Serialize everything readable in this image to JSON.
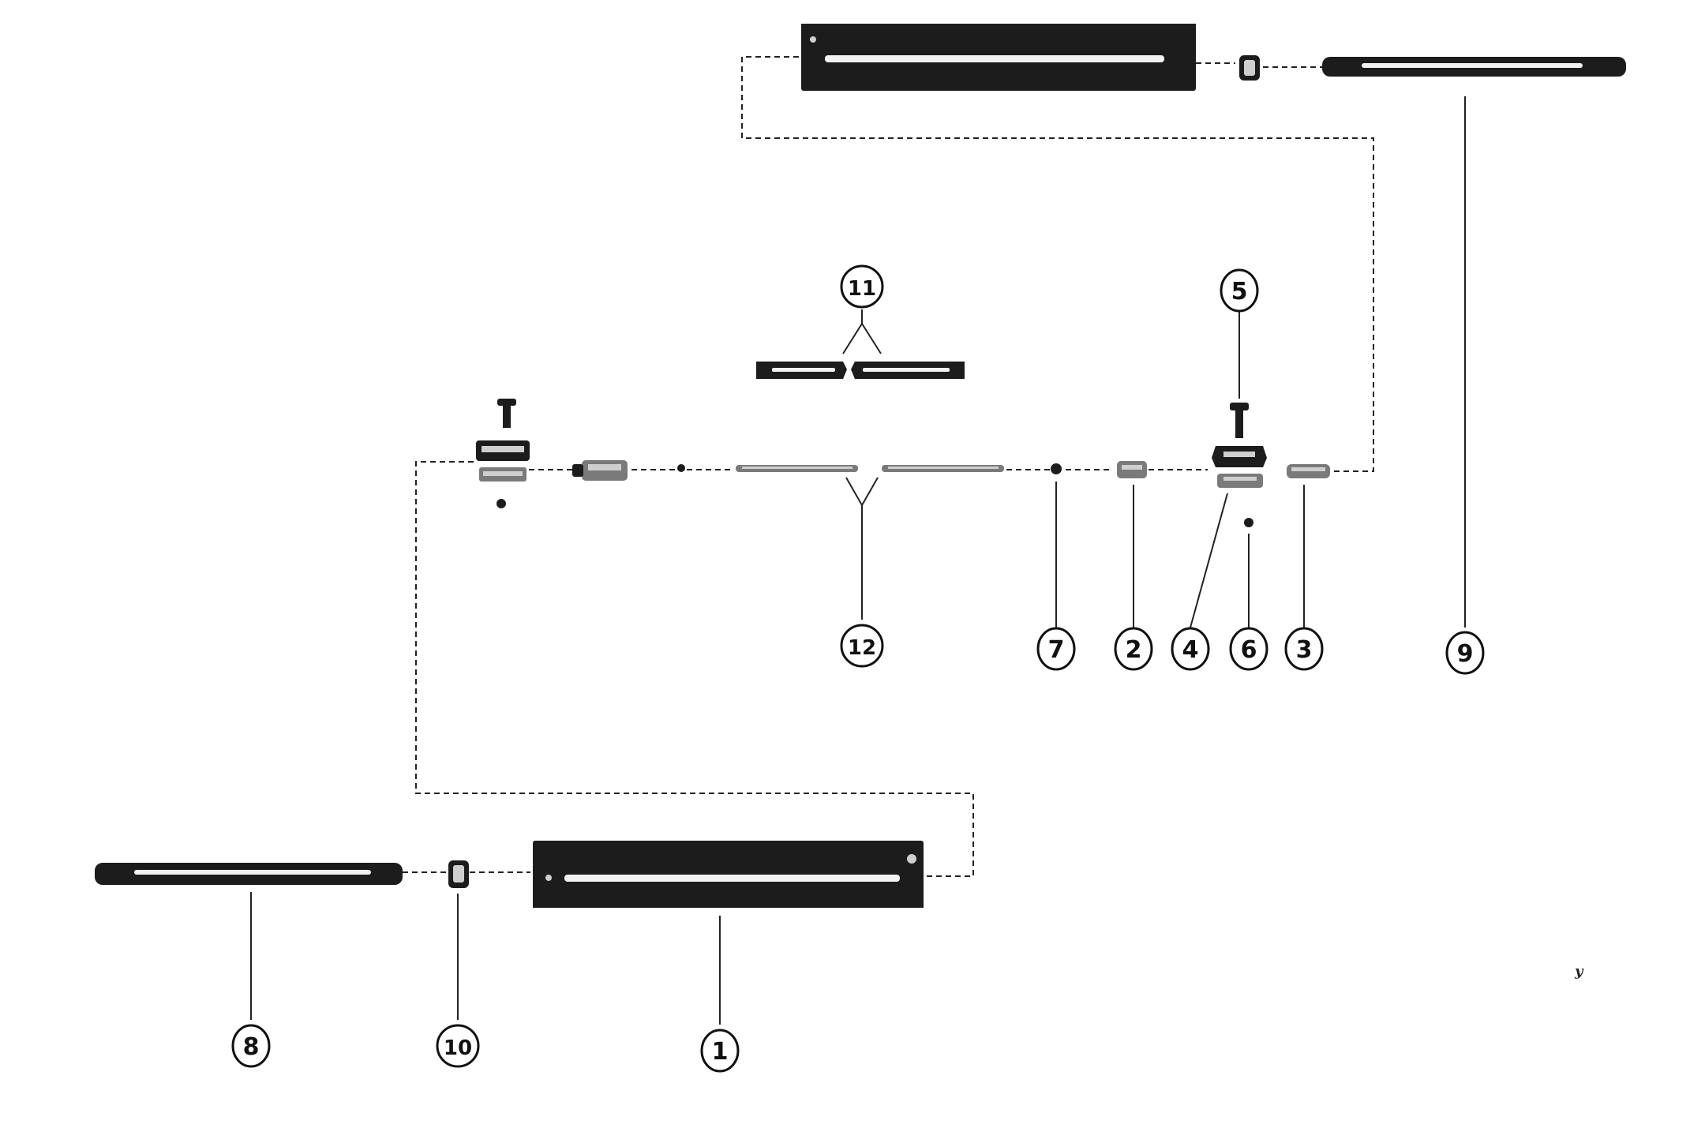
{
  "callouts": {
    "c1": "1",
    "c2": "2",
    "c3": "3",
    "c4": "4",
    "c5": "5",
    "c6": "6",
    "c7": "7",
    "c8": "8",
    "c9": "9",
    "c10": "10",
    "c11": "11",
    "c12": "12"
  },
  "annotations": {
    "stray_mark": "y"
  },
  "colors": {
    "ink": "#111111",
    "part_dark": "#1c1c1c",
    "background": "#ffffff"
  }
}
